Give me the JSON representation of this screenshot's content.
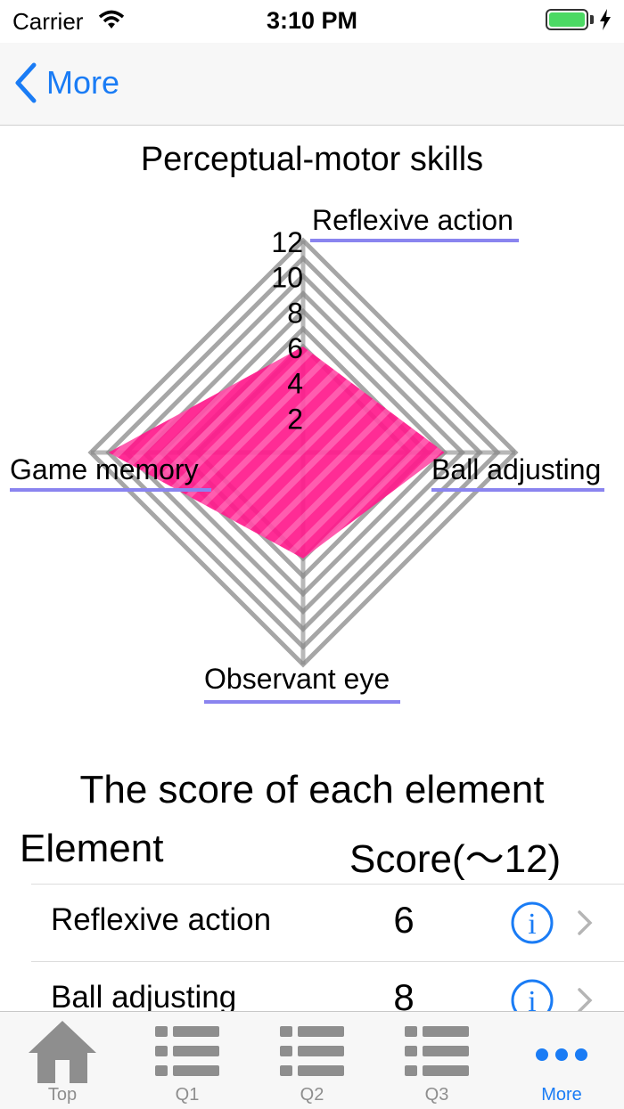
{
  "status": {
    "carrier": "Carrier",
    "time": "3:10 PM"
  },
  "nav": {
    "back_label": "More"
  },
  "chart_title": "Perceptual-motor skills",
  "chart_data": {
    "type": "radar",
    "axes": [
      "Reflexive action",
      "Ball adjusting",
      "Observant eye",
      "Game memory"
    ],
    "values": [
      6,
      8,
      6,
      11
    ],
    "rmax": 12,
    "ticks": [
      "2",
      "4",
      "6",
      "8",
      "10",
      "12"
    ],
    "fill_color": "#ff1a8c"
  },
  "table": {
    "title": "The score of each element",
    "header_element": "Element",
    "header_score": "Score(～12)",
    "rows": [
      {
        "label": "Reflexive action",
        "score": "6"
      },
      {
        "label": "Ball adjusting",
        "score": "8"
      }
    ]
  },
  "tabs": [
    {
      "label": "Top",
      "icon": "home-icon"
    },
    {
      "label": "Q1",
      "icon": "list-icon"
    },
    {
      "label": "Q2",
      "icon": "list-icon"
    },
    {
      "label": "Q3",
      "icon": "list-icon"
    },
    {
      "label": "More",
      "icon": "more-icon"
    }
  ],
  "colors": {
    "accent": "#1a7cf5",
    "axis_label_underline": "#8a84ef",
    "grid": "#888888"
  }
}
